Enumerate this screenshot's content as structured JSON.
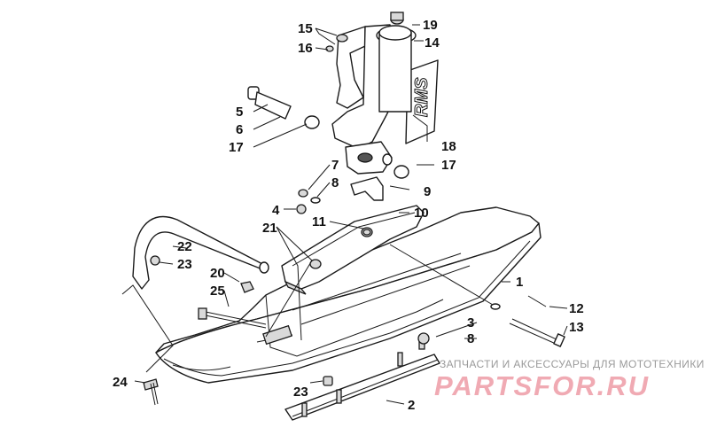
{
  "decal_text": "RMS",
  "watermark": {
    "subtitle": "ЗАПЧАСТИ И АКСЕССУАРЫ ДЛЯ МОТОТЕХНИКИ",
    "brand": "PARTSFOR.RU",
    "color": "#f0aab3"
  },
  "callouts": [
    {
      "id": "c15",
      "label": "15"
    },
    {
      "id": "c19",
      "label": "19"
    },
    {
      "id": "c16",
      "label": "16"
    },
    {
      "id": "c14",
      "label": "14"
    },
    {
      "id": "c5",
      "label": "5"
    },
    {
      "id": "c6",
      "label": "6"
    },
    {
      "id": "c17a",
      "label": "17"
    },
    {
      "id": "c18",
      "label": "18"
    },
    {
      "id": "c17b",
      "label": "17"
    },
    {
      "id": "c7",
      "label": "7"
    },
    {
      "id": "c8a",
      "label": "8"
    },
    {
      "id": "c9",
      "label": "9"
    },
    {
      "id": "c4",
      "label": "4"
    },
    {
      "id": "c11",
      "label": "11"
    },
    {
      "id": "c10",
      "label": "10"
    },
    {
      "id": "c21",
      "label": "21"
    },
    {
      "id": "c22",
      "label": "22"
    },
    {
      "id": "c23a",
      "label": "23"
    },
    {
      "id": "c20",
      "label": "20"
    },
    {
      "id": "c1",
      "label": "1"
    },
    {
      "id": "c25",
      "label": "25"
    },
    {
      "id": "c12",
      "label": "12"
    },
    {
      "id": "c3",
      "label": "3"
    },
    {
      "id": "c13",
      "label": "13"
    },
    {
      "id": "c8b",
      "label": "8"
    },
    {
      "id": "c24",
      "label": "24"
    },
    {
      "id": "c23b",
      "label": "23"
    },
    {
      "id": "c2",
      "label": "2"
    }
  ]
}
